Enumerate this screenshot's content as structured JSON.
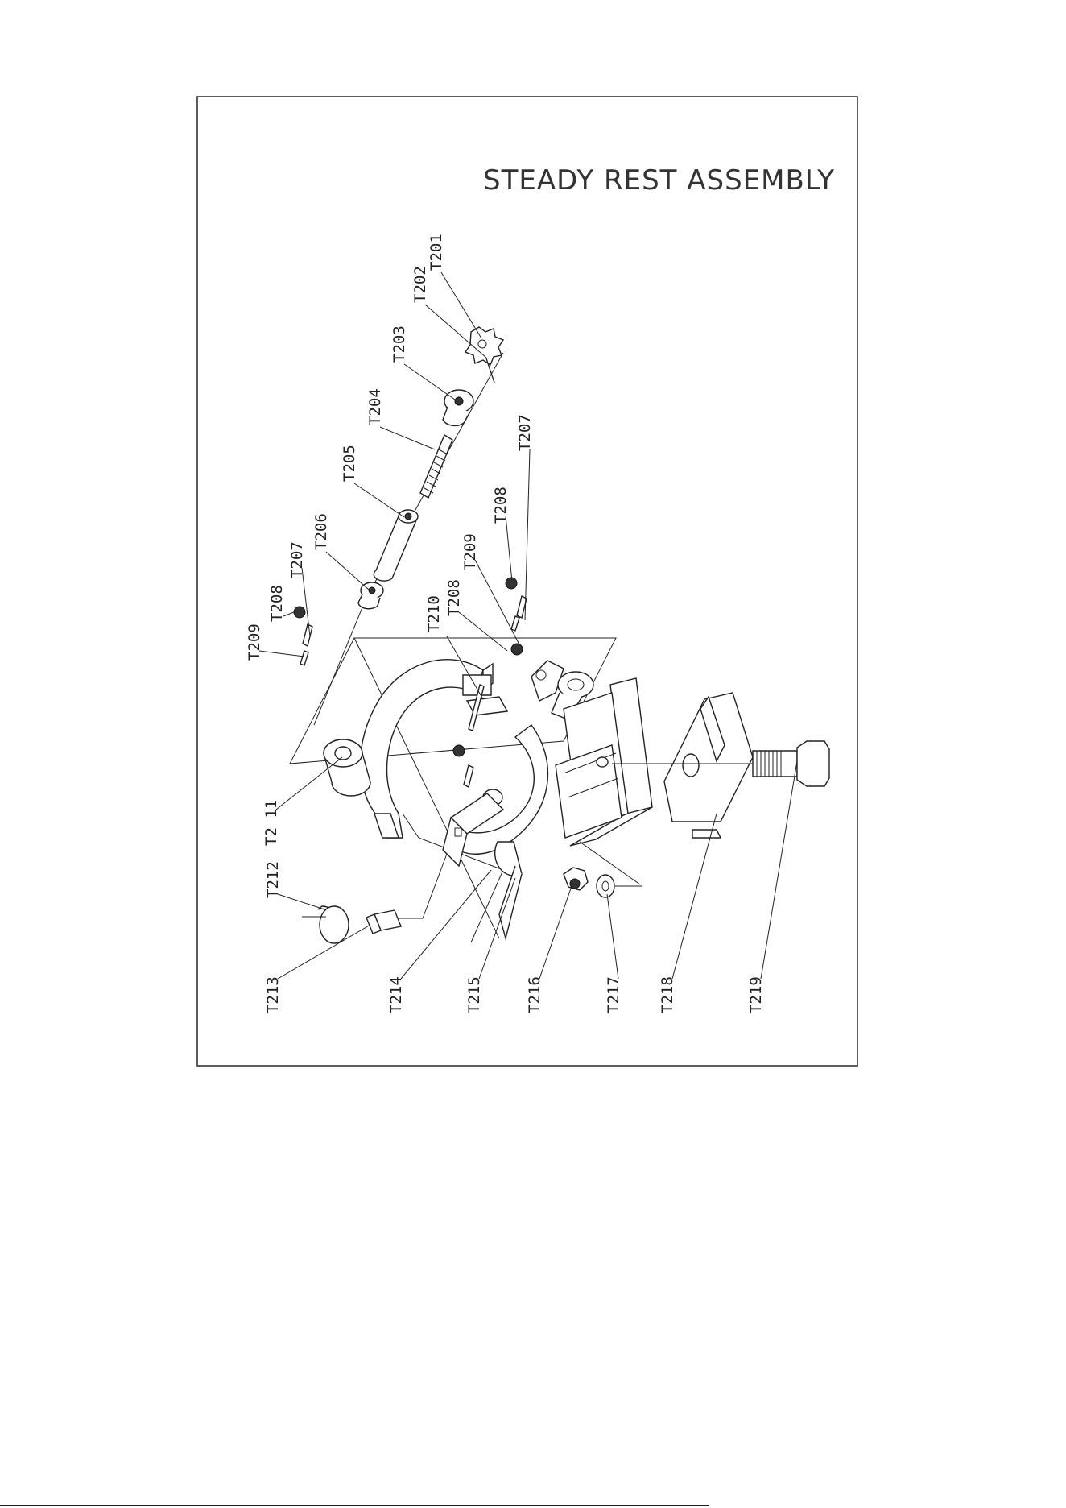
{
  "title": "STEADY REST ASSEMBLY",
  "callouts": [
    {
      "id": "T201",
      "text": "T201"
    },
    {
      "id": "T202",
      "text": "T202"
    },
    {
      "id": "T203",
      "text": "T203"
    },
    {
      "id": "T204",
      "text": "T204"
    },
    {
      "id": "T205",
      "text": "T205"
    },
    {
      "id": "T206",
      "text": "T206"
    },
    {
      "id": "T207a",
      "text": "T207"
    },
    {
      "id": "T208a",
      "text": "T208"
    },
    {
      "id": "T209a",
      "text": "T209"
    },
    {
      "id": "T207b",
      "text": "T207"
    },
    {
      "id": "T208b",
      "text": "T208"
    },
    {
      "id": "T209b",
      "text": "T209"
    },
    {
      "id": "T208c",
      "text": "T208"
    },
    {
      "id": "T210",
      "text": "T210"
    },
    {
      "id": "T211",
      "text": "T2 11"
    },
    {
      "id": "T212",
      "text": "T212"
    },
    {
      "id": "T213",
      "text": "T213"
    },
    {
      "id": "T214",
      "text": "T214"
    },
    {
      "id": "T215",
      "text": "T215"
    },
    {
      "id": "T216",
      "text": "T216"
    },
    {
      "id": "T217",
      "text": "T217"
    },
    {
      "id": "T218",
      "text": "T218"
    },
    {
      "id": "T219",
      "text": "T219"
    }
  ]
}
